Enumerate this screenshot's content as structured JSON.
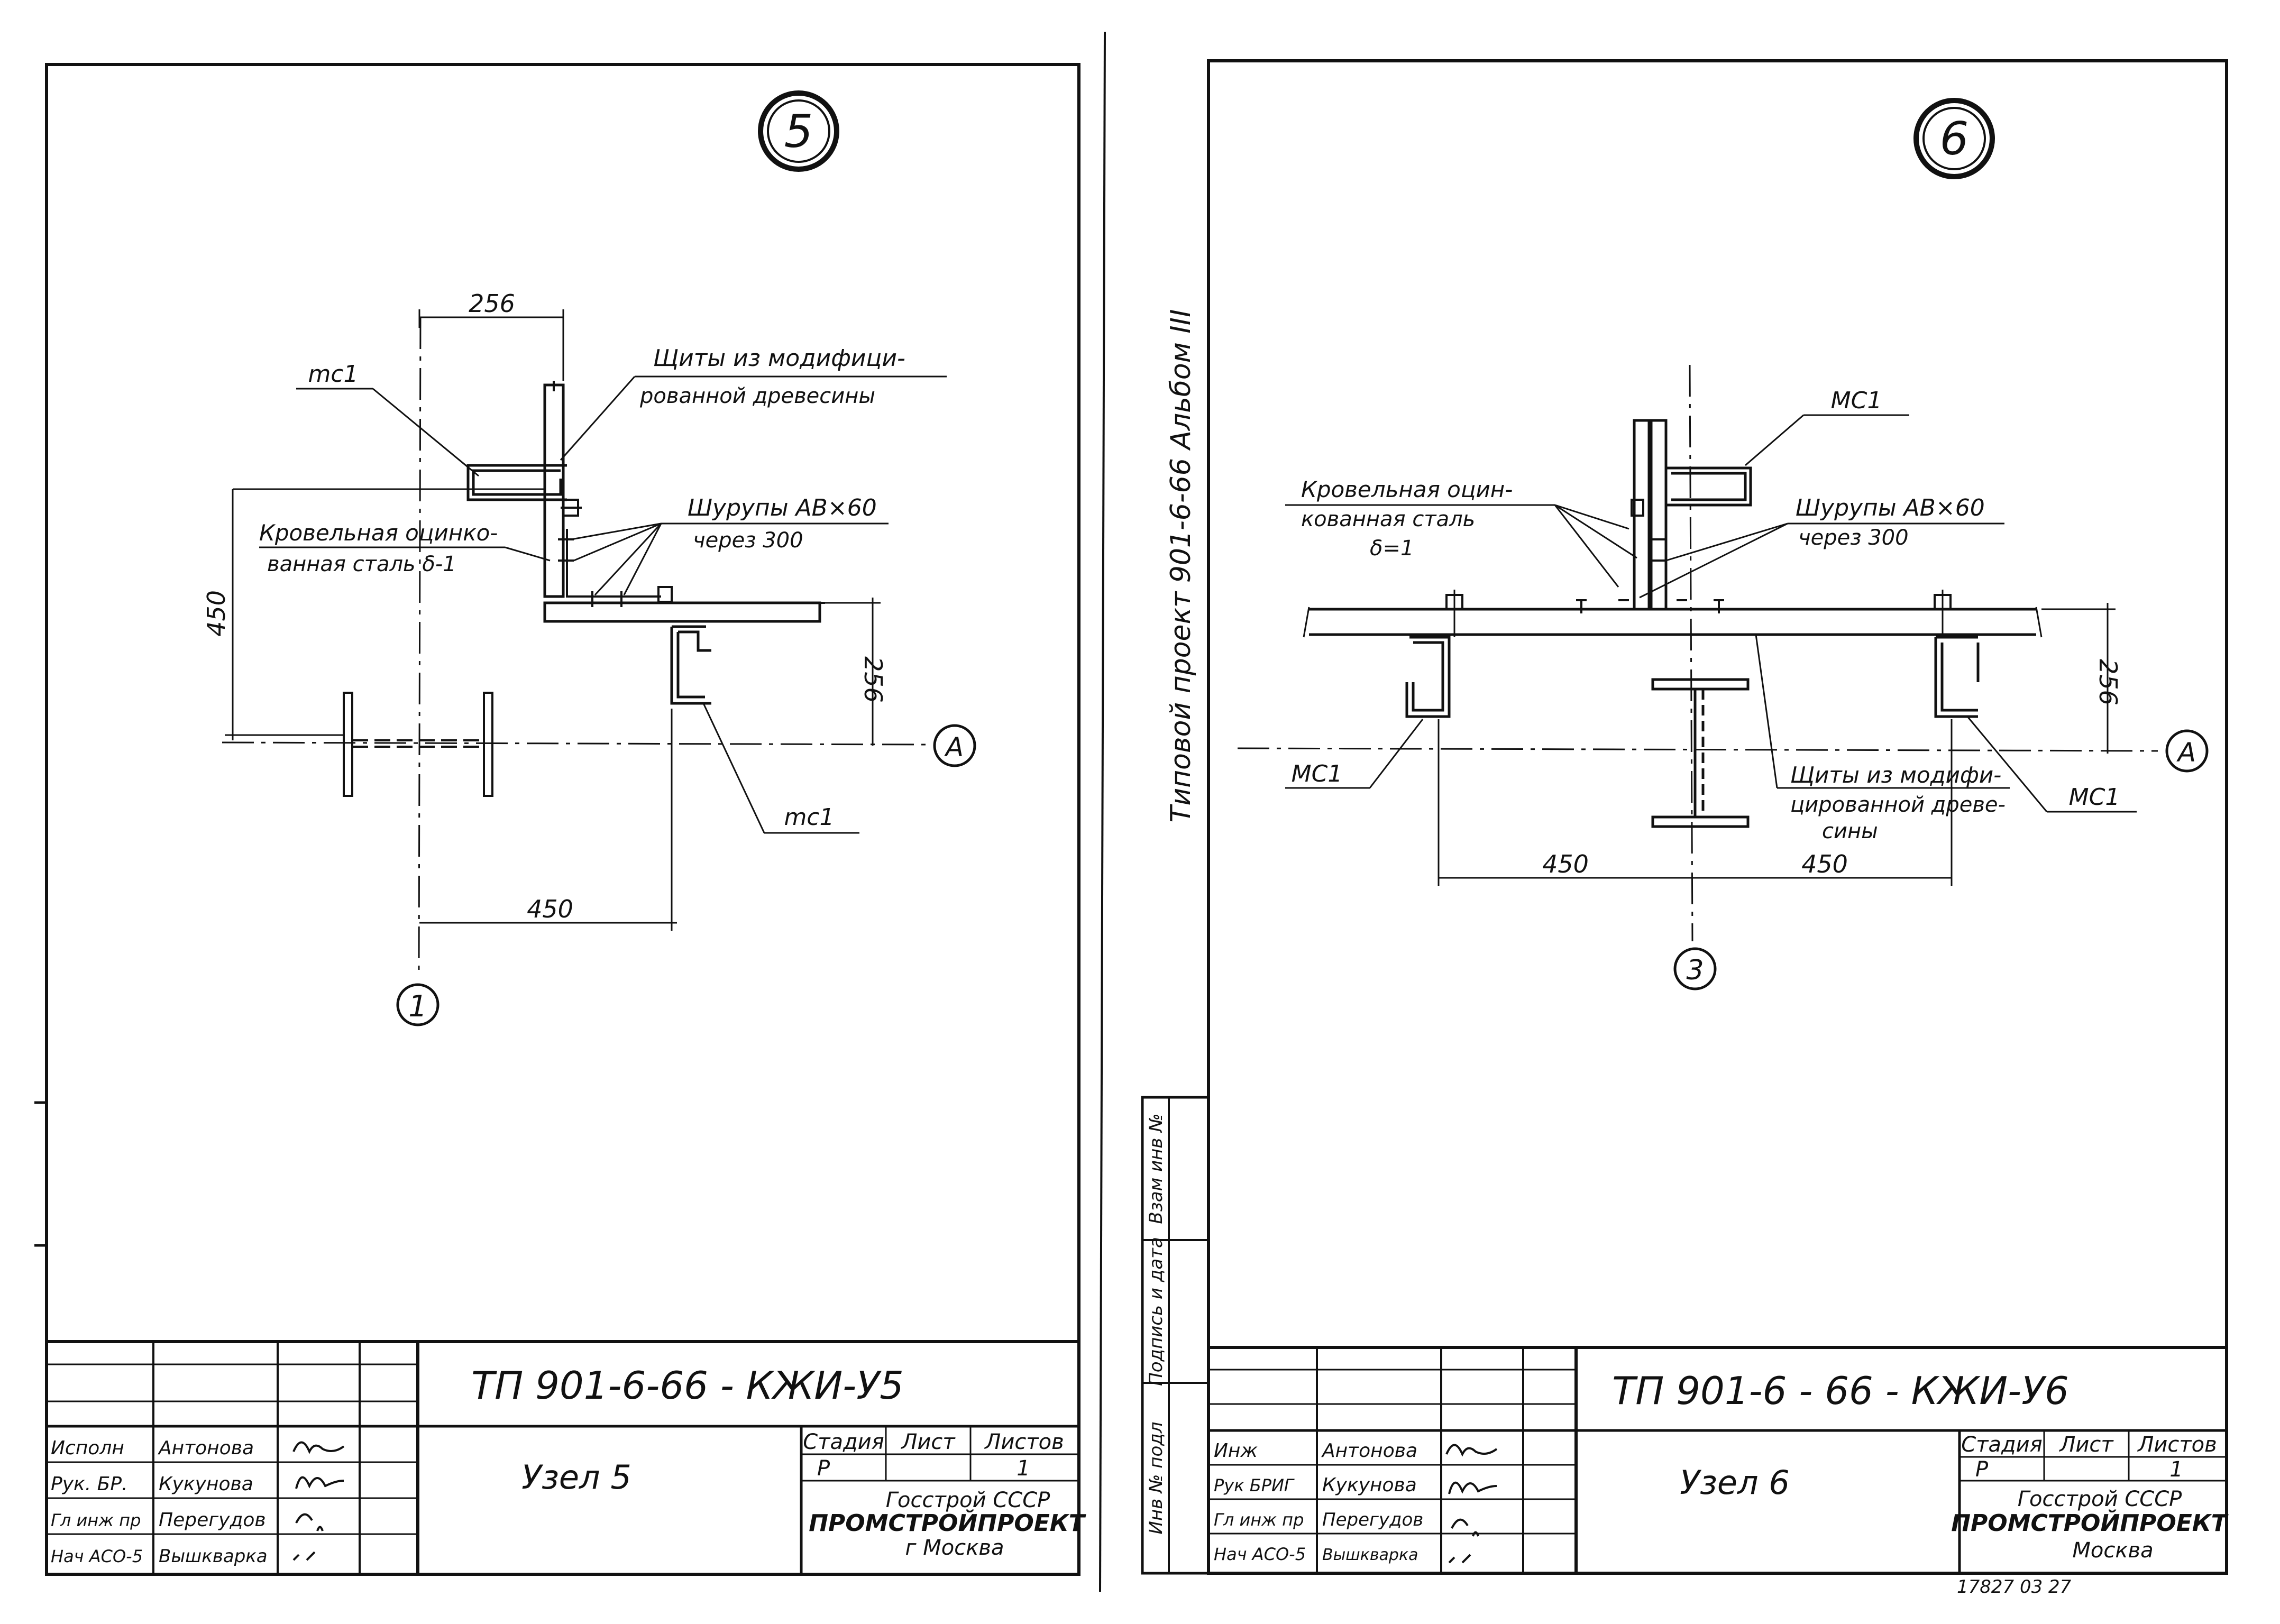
{
  "sheet5": {
    "marker": "5",
    "dim_top": "256",
    "dim_left": "450",
    "dim_right": "256",
    "dim_bottom": "450",
    "label_mc1_top": "mc1",
    "label_mc1_bottom": "mc1",
    "label_panels_l1": "Щиты из модифици-",
    "label_panels_l2": "рованной древесины",
    "label_steel_l1": "Кровельная оцинко-",
    "label_steel_l2": "ванная сталь δ-1",
    "label_screws_l1": "Шурупы АВ×60",
    "label_screws_l2": "через 300",
    "axis_A": "А",
    "axis_1": "1",
    "stamp": {
      "code": "ТП 901-6-66 -   КЖИ-У5",
      "title": "Узел 5",
      "stage_h": "Стадия",
      "sheet_h": "Лист",
      "sheets_h": "Листов",
      "stage": "Р",
      "sheet": "1",
      "org1": "Госстрой СССР",
      "org2": "ПРОМСТРОЙПРОЕКТ",
      "org3": "г Москва",
      "roles": [
        "Исполн",
        "Рук. БР.",
        "Гл инж пр",
        "Нач АСО-5"
      ],
      "names": [
        "Антонова",
        "Кукунова",
        "Перегудов",
        "Вышкварка"
      ]
    }
  },
  "sheet6": {
    "marker": "6",
    "dim_right": "256",
    "dim_b_left": "450",
    "dim_b_right": "450",
    "label_mc1_top": "МС1",
    "label_mc1_left": "МС1",
    "label_mc1_right": "МС1",
    "label_steel_l1": "Кровельная оцин-",
    "label_steel_l2": "кованная сталь",
    "label_steel_l3": "δ=1",
    "label_screws_l1": "Шурупы АВ×60",
    "label_screws_l2": "через 300",
    "label_panels_l1": "Щиты из модифи-",
    "label_panels_l2": "цированной древе-",
    "label_panels_l3": "сины",
    "axis_A": "А",
    "axis_3": "3",
    "side_text": "Типовой   проект   901-6-66   Альбом III",
    "side_boxes": [
      "Инв № подл",
      "Подпись и дата",
      "Взам инв №"
    ],
    "stamp": {
      "code": "ТП 901-6 - 66 - КЖИ-У6",
      "title": "Узел 6",
      "stage_h": "Стадия",
      "sheet_h": "Лист",
      "sheets_h": "Листов",
      "stage": "Р",
      "sheet": "1",
      "org1": "Госстрой СССР",
      "org2": "ПРОМСТРОЙПРОЕКТ",
      "org3": "Москва",
      "roles": [
        "Инж",
        "Рук БРИГ",
        "Гл инж пр",
        "Нач АСО-5"
      ],
      "names": [
        "Антонова",
        "Кукунова",
        "Перегудов",
        "Вышкварка"
      ]
    },
    "archive_number": "17827 03  27"
  }
}
